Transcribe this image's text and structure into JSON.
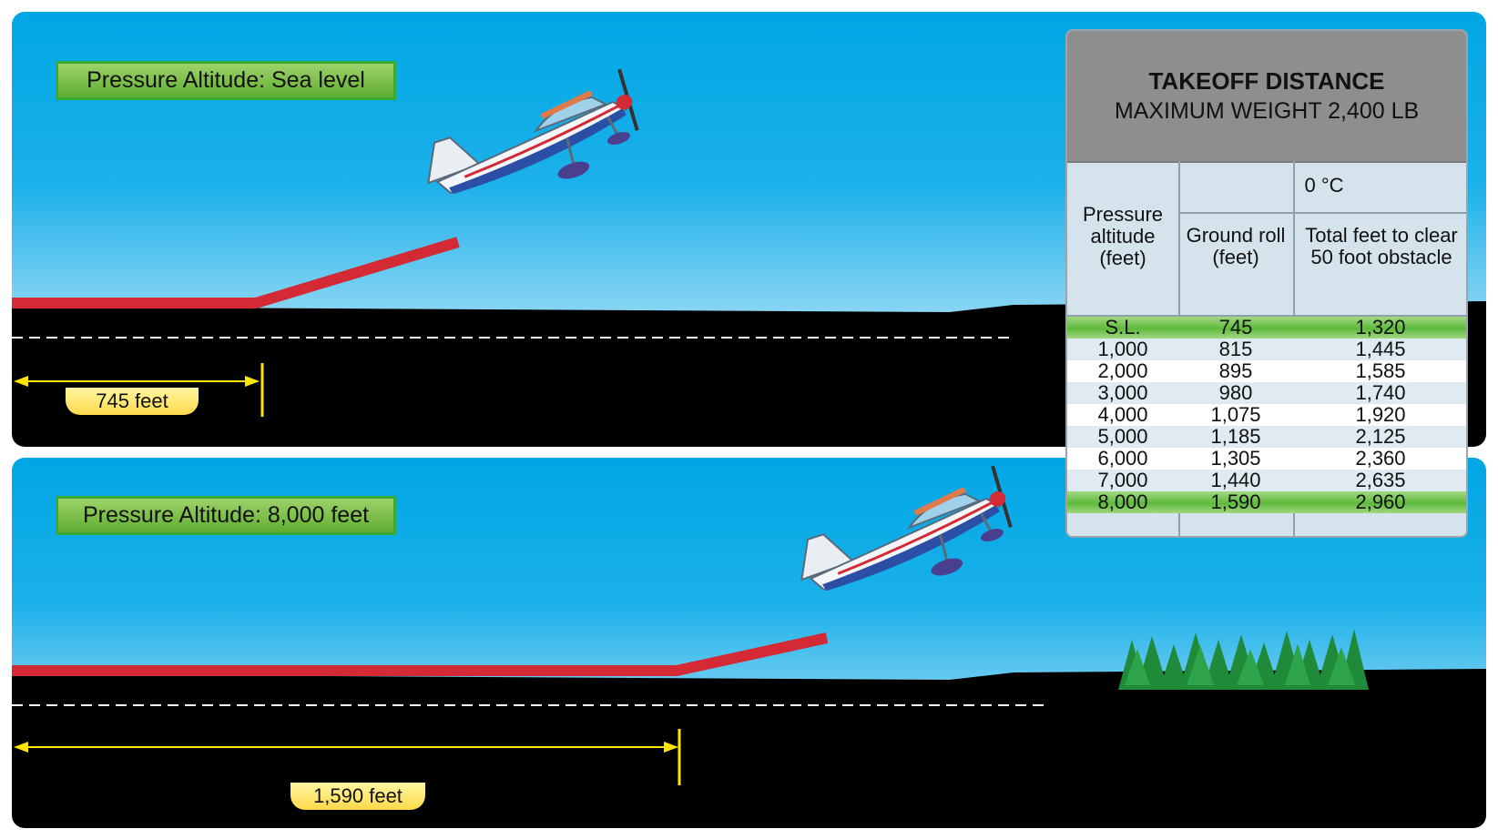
{
  "top_scene": {
    "altitude_label": "Pressure Altitude: Sea level",
    "distance_label": "745 feet",
    "distance_feet": 745
  },
  "bottom_scene": {
    "altitude_label": "Pressure Altitude: 8,000 feet",
    "distance_label": "1,590 feet",
    "distance_feet": 1590
  },
  "table": {
    "title": "TAKEOFF DISTANCE",
    "subtitle": "MAXIMUM WEIGHT 2,400 LB",
    "col_altitude": "Pressure altitude (feet)",
    "temperature": "0 °C",
    "col_ground_roll": "Ground roll (feet)",
    "col_total": "Total feet to clear 50 foot obstacle",
    "rows": [
      {
        "altitude": "S.L.",
        "ground_roll": "745",
        "total": "1,320",
        "highlight": true
      },
      {
        "altitude": "1,000",
        "ground_roll": "815",
        "total": "1,445",
        "highlight": false
      },
      {
        "altitude": "2,000",
        "ground_roll": "895",
        "total": "1,585",
        "highlight": false
      },
      {
        "altitude": "3,000",
        "ground_roll": "980",
        "total": "1,740",
        "highlight": false
      },
      {
        "altitude": "4,000",
        "ground_roll": "1,075",
        "total": "1,920",
        "highlight": false
      },
      {
        "altitude": "5,000",
        "ground_roll": "1,185",
        "total": "2,125",
        "highlight": false
      },
      {
        "altitude": "6,000",
        "ground_roll": "1,305",
        "total": "2,360",
        "highlight": false
      },
      {
        "altitude": "7,000",
        "ground_roll": "1,440",
        "total": "2,635",
        "highlight": false
      },
      {
        "altitude": "8,000",
        "ground_roll": "1,590",
        "total": "2,960",
        "highlight": true
      }
    ]
  },
  "colors": {
    "sky": "#00a6e4",
    "runway": "#000000",
    "flight_path": "#d42a35",
    "measure_line": "#ffe600",
    "label_green": "#7fc04c",
    "table_header": "#8e8e8e"
  }
}
